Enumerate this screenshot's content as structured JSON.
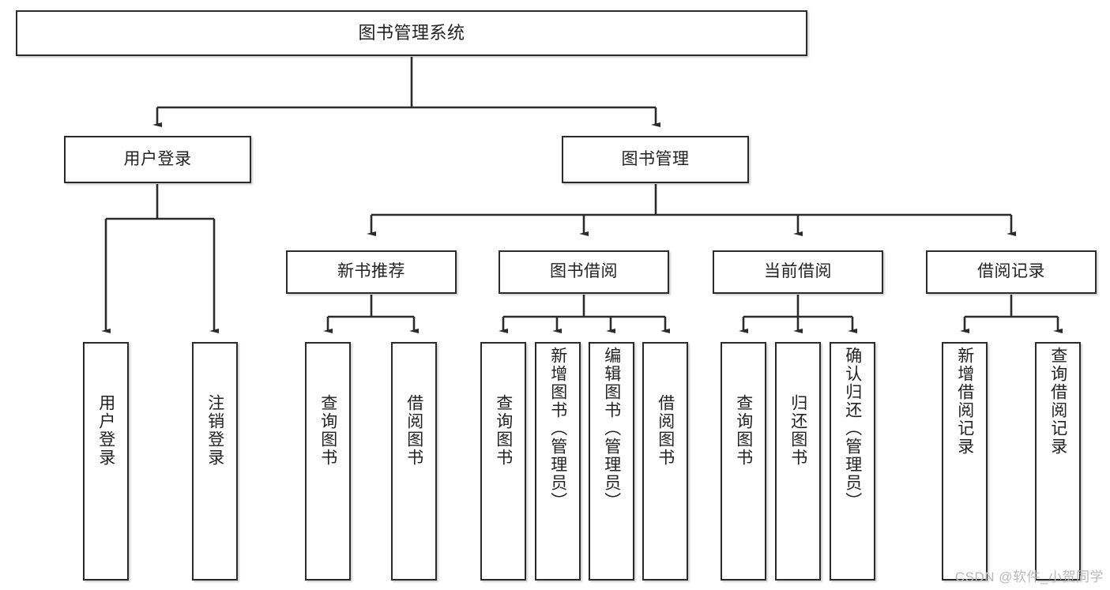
{
  "diagram": {
    "type": "tree-hierarchy-diagram",
    "title": "图书管理系统",
    "watermark": "CSDN @软件_小贺同学",
    "colors": {
      "box_border": "#2b2b2b",
      "box_fill": "#ffffff",
      "connector": "#2b2b2b",
      "text": "#222222",
      "watermark": "#b9b9b9"
    },
    "nodes": {
      "root": {
        "label": "图书管理系统",
        "level": 1
      },
      "l2": [
        {
          "id": "user-login",
          "label": "用户登录",
          "level": 2
        },
        {
          "id": "book-management",
          "label": "图书管理",
          "level": 2
        }
      ],
      "l3": [
        {
          "id": "new-book-recommend",
          "label": "新书推荐",
          "level": 3,
          "parent": "book-management"
        },
        {
          "id": "book-borrow",
          "label": "图书借阅",
          "level": 3,
          "parent": "book-management"
        },
        {
          "id": "current-borrow",
          "label": "当前借阅",
          "level": 3,
          "parent": "book-management"
        },
        {
          "id": "borrow-record",
          "label": "借阅记录",
          "level": 3,
          "parent": "book-management"
        }
      ],
      "leaves": [
        {
          "id": "leaf-user-login",
          "label": "用户登录",
          "parent": "user-login"
        },
        {
          "id": "leaf-user-logout",
          "label": "注销登录",
          "parent": "user-login"
        },
        {
          "id": "leaf-query-book-1",
          "label": "查询图书",
          "parent": "new-book-recommend"
        },
        {
          "id": "leaf-borrow-book-1",
          "label": "借阅图书",
          "parent": "new-book-recommend"
        },
        {
          "id": "leaf-query-book-2",
          "label": "查询图书",
          "parent": "book-borrow"
        },
        {
          "id": "leaf-add-book",
          "label": "新增图书（管理员）",
          "parent": "book-borrow"
        },
        {
          "id": "leaf-edit-book",
          "label": "编辑图书（管理员）",
          "parent": "book-borrow"
        },
        {
          "id": "leaf-borrow-book-2",
          "label": "借阅图书",
          "parent": "book-borrow"
        },
        {
          "id": "leaf-query-book-3",
          "label": "查询图书",
          "parent": "current-borrow"
        },
        {
          "id": "leaf-return-book",
          "label": "归还图书",
          "parent": "current-borrow"
        },
        {
          "id": "leaf-confirm-return",
          "label": "确认归还（管理员）",
          "parent": "current-borrow"
        },
        {
          "id": "leaf-add-record",
          "label": "新增借阅记录",
          "parent": "borrow-record"
        },
        {
          "id": "leaf-query-record",
          "label": "查询借阅记录",
          "parent": "borrow-record"
        }
      ]
    }
  }
}
